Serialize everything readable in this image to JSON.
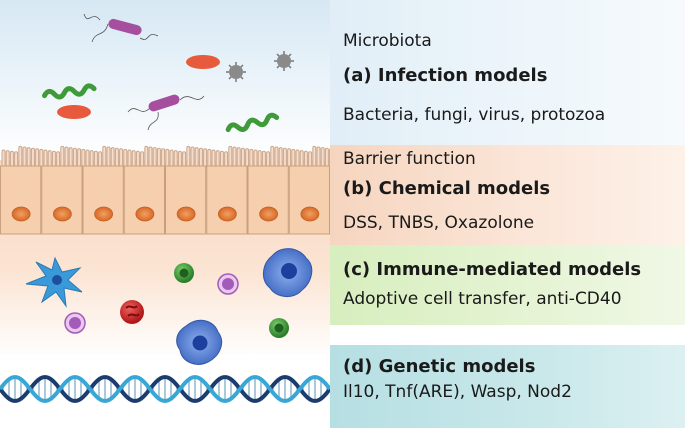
{
  "microbiota": {
    "label": "Microbiota",
    "heading": "(a) Infection models",
    "examples": "Bacteria, fungi, virus, protozoa"
  },
  "chemical": {
    "label": "Barrier function",
    "heading": "(b) Chemical models",
    "examples": "DSS, TNBS, Oxazolone"
  },
  "immune": {
    "heading": "(c) Immune-mediated models",
    "examples": "Adoptive cell transfer, anti-CD40"
  },
  "genetic": {
    "heading": "(d) Genetic models",
    "examples": "Il10, Tnf(ARE), Wasp, Nod2"
  },
  "colors": {
    "microbiota_bg": "#e1eef7",
    "barrier_bg": "#f6d5bf",
    "immune_bg": "#d7eebe",
    "genetic_bg": "#b6dfe3",
    "bacterium_rod": "#a64f9e",
    "bacterium_spiral": "#3f9a3a",
    "fungus_oval": "#e85a3c",
    "virus": "#8a8a8a",
    "epithelial_cell": "#f6cfae",
    "nucleus": "#e77f3b",
    "dendritic_cell": "#3a9ad9",
    "macrophage": "#4a78cc",
    "lymphocyte_green": "#3c9a3c",
    "lymphocyte_purple": "#a45ab8",
    "red_cell": "#d42a2a",
    "dna_strand_dark": "#1c3b6e",
    "dna_strand_light": "#39a7d6"
  }
}
